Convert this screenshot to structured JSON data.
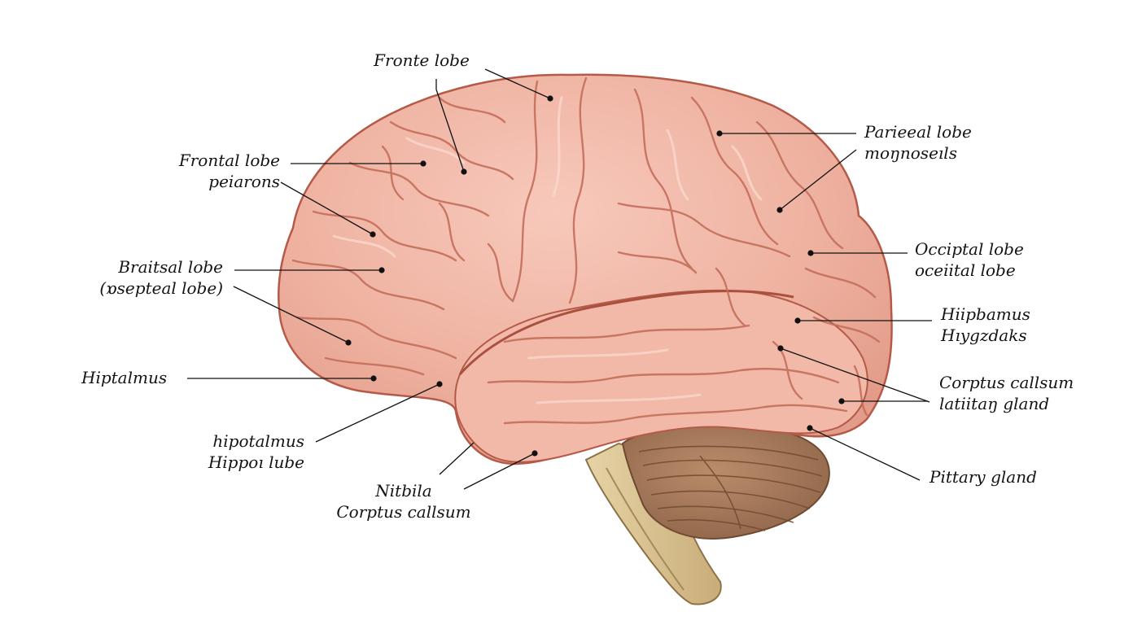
{
  "diagram": {
    "colors": {
      "cortex": "#f0b3a2",
      "cortex_outline": "#b55a48",
      "sulcus": "#c7735f",
      "highlight": "#f9d4c8",
      "cerebellum": "#a77b5b",
      "cerebellum_line": "#7a523a",
      "brainstem": "#d8c293",
      "leader": "#111111"
    },
    "labels": [
      {
        "id": "fronte-lobe",
        "lines": [
          "Fronte lobe"
        ]
      },
      {
        "id": "frontal-lobe-peiarons",
        "lines": [
          "Frontal lobe",
          "peiarons"
        ]
      },
      {
        "id": "braitsal-lobe",
        "lines": [
          "Braitsal lobe",
          "(ɒsepteal lobe)"
        ]
      },
      {
        "id": "hiptalmus",
        "lines": [
          "Hiptalmus"
        ]
      },
      {
        "id": "hipotalmus-hippoi",
        "lines": [
          "hipotalmus",
          "Hippoı lube"
        ]
      },
      {
        "id": "nitbila-corptus",
        "lines": [
          "Nitbila",
          "Corptus callsum"
        ]
      },
      {
        "id": "parieal-lobe",
        "lines": [
          "Parieeal lobe",
          "moŋnoseıls"
        ]
      },
      {
        "id": "occipital-lobe",
        "lines": [
          "Occiptal lobe",
          "oceiital lobe"
        ]
      },
      {
        "id": "hiipbamus",
        "lines": [
          "Hiipbamus",
          "Hıygzdaks"
        ]
      },
      {
        "id": "corptus-callsum",
        "lines": [
          "Corptus callsum",
          "latiitaŋ gland"
        ]
      },
      {
        "id": "pittary-gland",
        "lines": [
          "Pittary gland"
        ]
      }
    ]
  }
}
